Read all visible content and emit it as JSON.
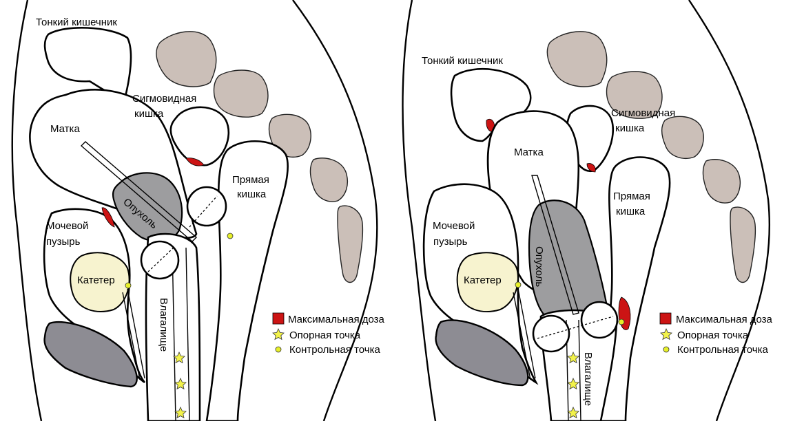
{
  "left_panel": {
    "labels": {
      "small_bowel": "Тонкий кишечник",
      "sigmoid_1": "Сигмовидная",
      "sigmoid_2": "кишка",
      "uterus": "Матка",
      "tumor": "Опухоль",
      "rectum_1": "Прямая",
      "rectum_2": "кишка",
      "bladder_1": "Мочевой",
      "bladder_2": "пузырь",
      "catheter": "Катетер",
      "vagina": "Влагалище"
    }
  },
  "right_panel": {
    "labels": {
      "small_bowel": "Тонкий кишечник",
      "sigmoid_1": "Сигмовидная",
      "sigmoid_2": "кишка",
      "uterus": "Матка",
      "tumor": "Опухоль",
      "rectum_1": "Прямая",
      "rectum_2": "кишка",
      "bladder_1": "Мочевой",
      "bladder_2": "пузырь",
      "catheter": "Катетер",
      "vagina": "Влагалище"
    }
  },
  "legend": {
    "max_dose": "Максимальная доза",
    "reference_point": "Опорная точка",
    "control_point": "Контрольная точка"
  },
  "colors": {
    "max_dose": "#cc1414",
    "reference_point": "#f2f24a",
    "control_point": "#e6ef2a",
    "bone": "#cbbfb8",
    "tumor": "#9d9d9f",
    "catheter_fill": "#f7f3cf"
  }
}
